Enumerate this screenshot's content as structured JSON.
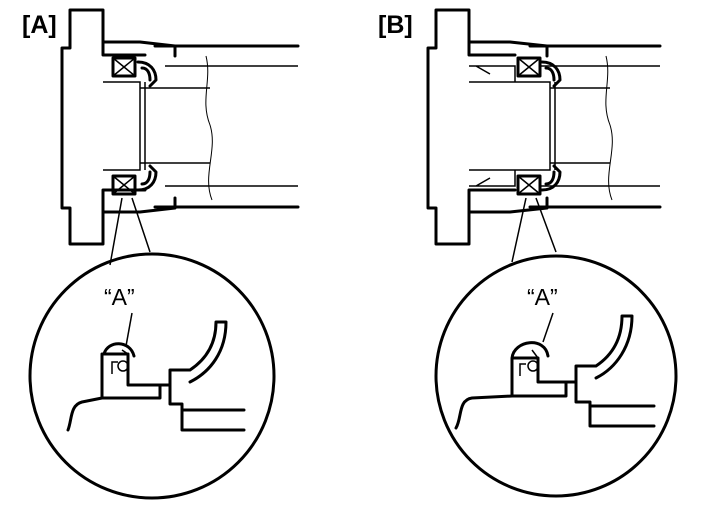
{
  "panels": [
    {
      "label": "[A]",
      "callout": "“A”"
    },
    {
      "label": "[B]",
      "callout": "“A”"
    }
  ]
}
